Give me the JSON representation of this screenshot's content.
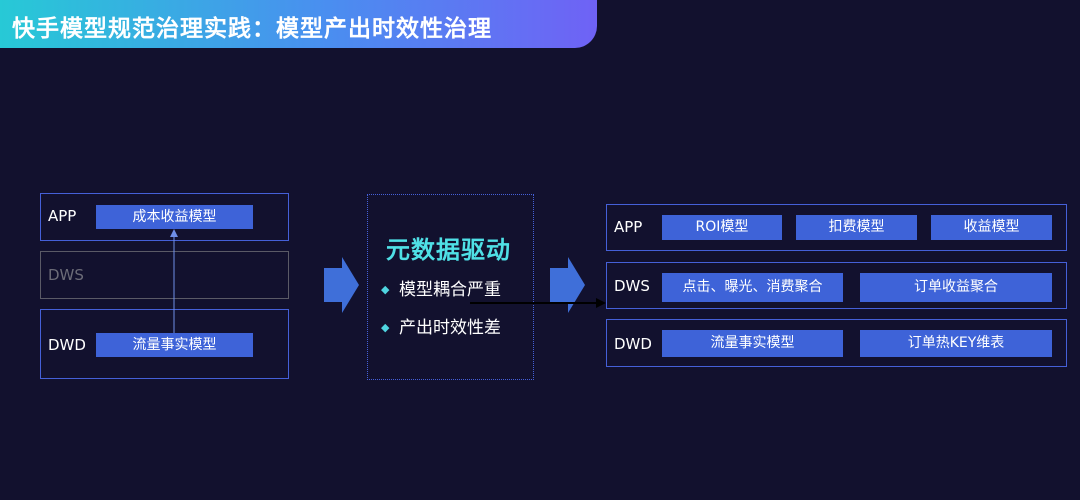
{
  "header": {
    "title": "快手模型规范治理实践：模型产出时效性治理"
  },
  "before": {
    "app": {
      "label": "APP",
      "items": [
        "成本收益模型"
      ]
    },
    "dws": {
      "label": "DWS"
    },
    "dwd": {
      "label": "DWD",
      "items": [
        "流量事实模型"
      ]
    }
  },
  "middle": {
    "title": "元数据驱动",
    "bullets": [
      "模型耦合严重",
      "产出时效性差"
    ]
  },
  "after": {
    "app": {
      "label": "APP",
      "items": [
        "ROI模型",
        "扣费模型",
        "收益模型"
      ]
    },
    "dws": {
      "label": "DWS",
      "items": [
        "点击、曝光、消费聚合",
        "订单收益聚合"
      ]
    },
    "dwd": {
      "label": "DWD",
      "items": [
        "流量事实模型",
        "订单热KEY维表"
      ]
    }
  },
  "colors": {
    "background": "#12112e",
    "chip": "#3e63d8",
    "border": "#4560d8",
    "accent": "#4fe0e6",
    "arrow": "#3f6fd9"
  }
}
